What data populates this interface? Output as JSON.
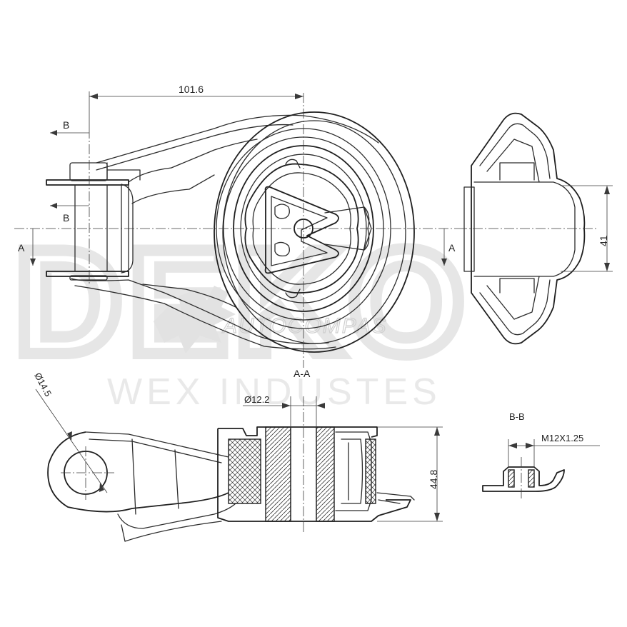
{
  "watermark": {
    "brand": "DEKO",
    "company": "WEX INDUSTES",
    "mid": "AUTOCOMPAS"
  },
  "section_marks": {
    "b_top": "B",
    "b_bottom": "B",
    "a_left": "A",
    "a_right": "A",
    "aa_label": "A-A",
    "bb_label": "B-B"
  },
  "dimensions": {
    "length": "101.6",
    "height_side": "41",
    "bore_dia": "Ø12.2",
    "eye_dia": "Ø14.5",
    "height_section": "44.8",
    "thread": "M12X1.25"
  }
}
